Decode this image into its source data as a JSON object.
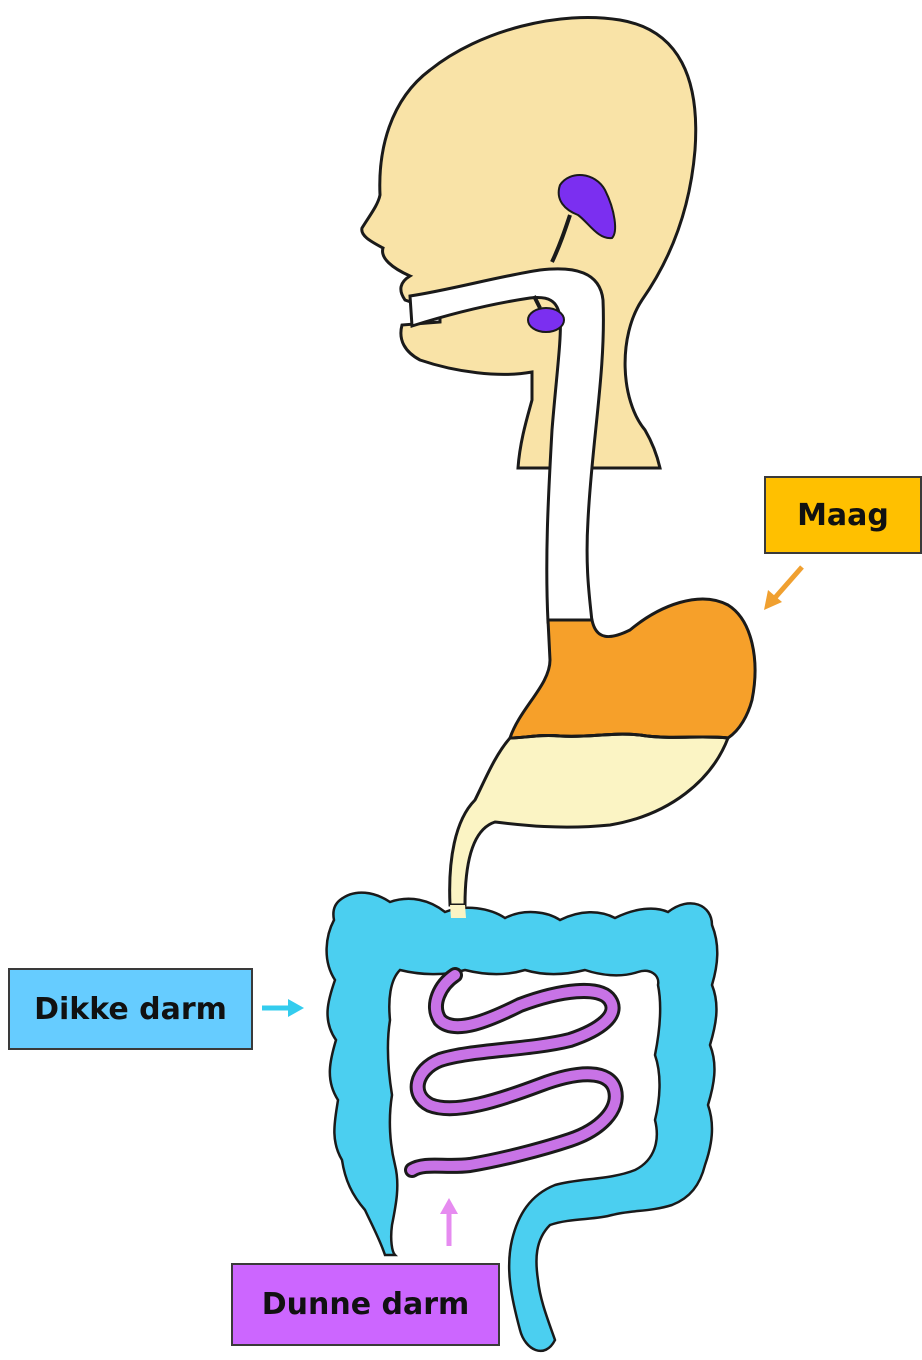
{
  "labels": {
    "stomach": {
      "text": "Maag",
      "color": "#FFC000",
      "arrow_color": "#F0A030"
    },
    "large_intestine": {
      "text": "Dikke darm",
      "color": "#66CCFF",
      "arrow_color": "#33CCEE"
    },
    "small_intestine": {
      "text": "Dunne darm",
      "color": "#CC66FF",
      "arrow_color": "#E68BF0"
    }
  },
  "colors": {
    "head_skin": "#F9E3A7",
    "salivary_glands": "#7B2FF0",
    "stomach_upper": "#F6A02A",
    "stomach_lower": "#FBF4C4",
    "large_intestine": "#4BCFF0",
    "small_intestine": "#C873E6",
    "outline": "#1A1A1A"
  }
}
